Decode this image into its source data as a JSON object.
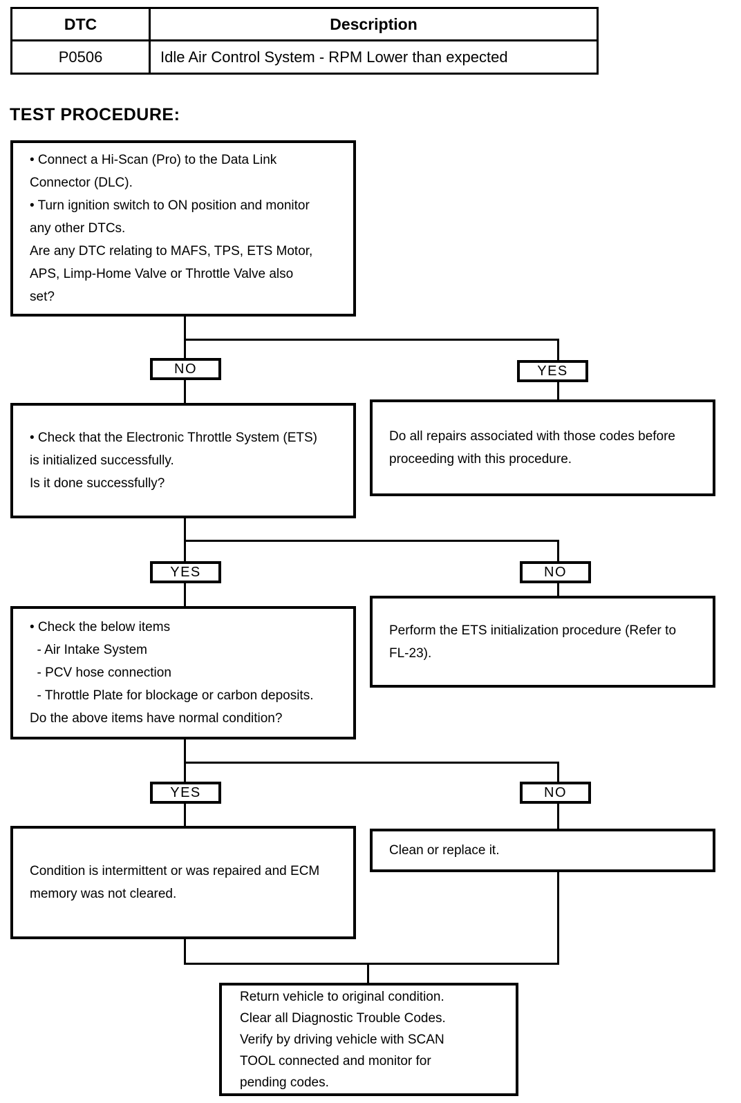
{
  "dtc_table": {
    "col_dtc_header": "DTC",
    "col_desc_header": "Description",
    "row": {
      "dtc": "P0506",
      "description": "Idle Air Control System - RPM Lower than expected"
    }
  },
  "section_title": "TEST PROCEDURE:",
  "flowchart": {
    "step1_question": "• Connect a Hi-Scan (Pro) to the Data Link\nConnector (DLC).\n• Turn ignition switch to ON position and monitor\nany other DTCs.\nAre any DTC relating to MAFS, TPS, ETS Motor,\nAPS, Limp-Home Valve or Throttle Valve also\nset?",
    "branch1": {
      "left_label": "NO",
      "right_label": "YES"
    },
    "step2_check_ets": "• Check that the Electronic Throttle System (ETS)\nis initialized successfully.\nIs it done successfully?",
    "step2_do_repairs": "Do all repairs associated with those codes before\nproceeding with this procedure.",
    "branch2": {
      "left_label": "YES",
      "right_label": "NO"
    },
    "step3_check_items": "• Check the below items\n  - Air Intake System\n  - PCV hose connection\n  - Throttle Plate for blockage or carbon deposits.\nDo the above items have normal condition?",
    "step3_perform_init": "Perform the ETS initialization procedure (Refer to\nFL-23).",
    "branch3": {
      "left_label": "YES",
      "right_label": "NO"
    },
    "step4_intermittent": "Condition is intermittent or was repaired and ECM\nmemory was not cleared.",
    "step4_clean_replace": "Clean or replace it.",
    "final_step": "Return vehicle to original condition.\nClear all Diagnostic Trouble Codes.\nVerify by driving vehicle with SCAN\nTOOL connected and monitor for\npending codes."
  },
  "ink_color": "#000000",
  "paper_color": "#ffffff"
}
